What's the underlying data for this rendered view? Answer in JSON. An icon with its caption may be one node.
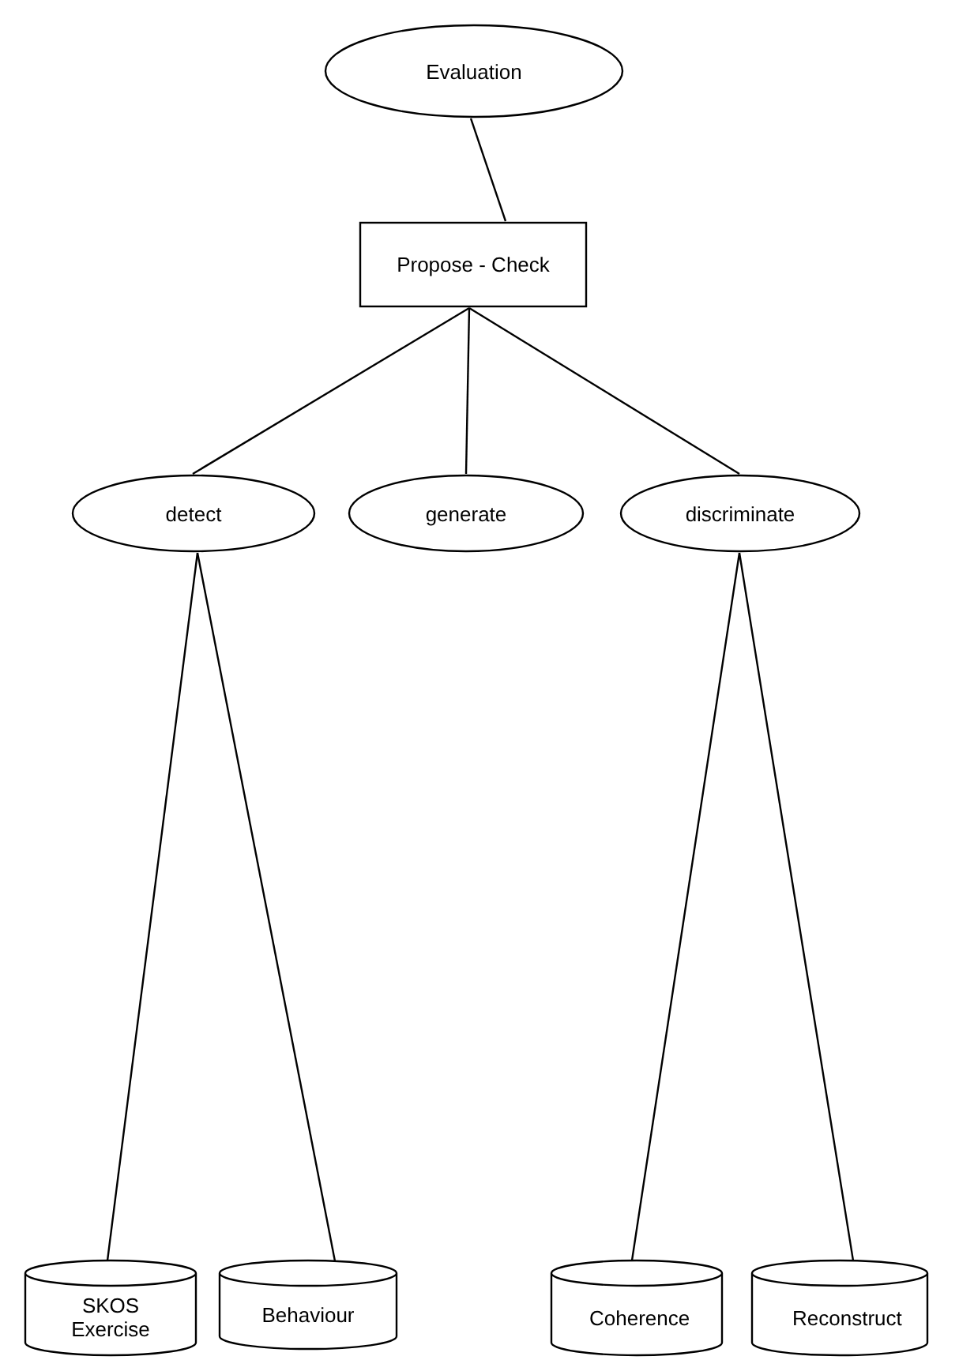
{
  "diagram": {
    "nodes": [
      {
        "text": [
          "Evaluation"
        ]
      },
      {
        "text": [
          "Propose - Check"
        ]
      },
      {
        "text": [
          "detect"
        ]
      },
      {
        "text": [
          "generate"
        ]
      },
      {
        "text": [
          "discriminate"
        ]
      },
      {
        "text": [
          "SKOS Exercise"
        ]
      },
      {
        "text": [
          "Behaviour"
        ]
      },
      {
        "text": [
          "Coherence"
        ]
      },
      {
        "text": [
          "Reconstruct"
        ]
      }
    ],
    "edges": [
      {
        "from": 0,
        "to": 1,
        "arrow": "none"
      },
      {
        "from": 1,
        "to": 2,
        "arrow": "none"
      },
      {
        "from": 1,
        "to": 3,
        "arrow": "none"
      },
      {
        "from": 1,
        "to": 4,
        "arrow": "none"
      },
      {
        "from": 2,
        "to": 5,
        "arrow": "none"
      },
      {
        "from": 2,
        "to": 6,
        "arrow": "none"
      },
      {
        "from": 4,
        "to": 7,
        "arrow": "none"
      },
      {
        "from": 4,
        "to": 8,
        "arrow": "none"
      }
    ]
  }
}
